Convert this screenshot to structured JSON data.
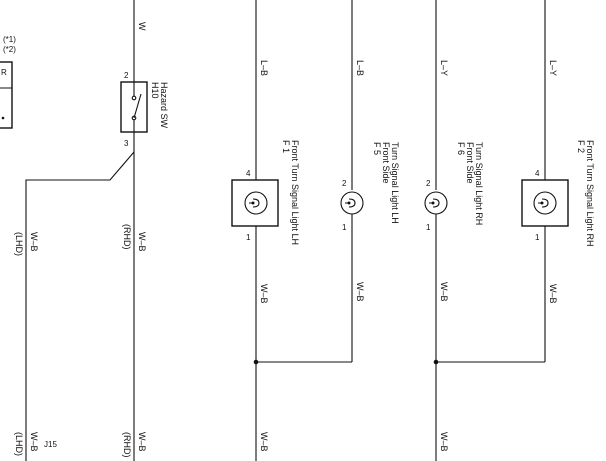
{
  "left_notes": {
    "n1": "(*1)",
    "n2": "(*2)",
    "r": "R"
  },
  "hazard": {
    "code": "H10",
    "name": "Hazard SW",
    "pin_top": "2",
    "pin_bot": "3",
    "wire": "W"
  },
  "left_wires": {
    "lhd_label": "(LHD)",
    "lhd_wire": "W–B",
    "rhd_label": "(RHD)",
    "rhd_wire": "W–B",
    "lhd_label_bottom": "(LHD)",
    "lhd_wire_bottom": "W–B",
    "junction": "J15",
    "rhd_label_bottom": "(RHD)",
    "rhd_wire_bottom": "W–B"
  },
  "lamps": [
    {
      "code": "F 1",
      "name": "Front Turn Signal Light LH",
      "pin_top": "4",
      "pin_bot": "1",
      "wire_top": "L–B",
      "wire_bot": "W–B"
    },
    {
      "code": "F 5",
      "name1": "Front Side",
      "name2": "Turn Signal Light LH",
      "pin_top": "2",
      "pin_bot": "1",
      "wire_top": "L–B",
      "wire_bot": "W–B"
    },
    {
      "code": "F 6",
      "name1": "Front Side",
      "name2": "Turn Signal Light RH",
      "pin_top": "2",
      "pin_bot": "1",
      "wire_top": "L–Y",
      "wire_bot": "W–B"
    },
    {
      "code": "F 2",
      "name": "Front Turn Signal Light RH",
      "pin_top": "4",
      "pin_bot": "1",
      "wire_top": "L–Y",
      "wire_bot": "W–B"
    }
  ],
  "bottom_wires": {
    "lh_ground": "W–B",
    "rh_ground": "W–B"
  }
}
